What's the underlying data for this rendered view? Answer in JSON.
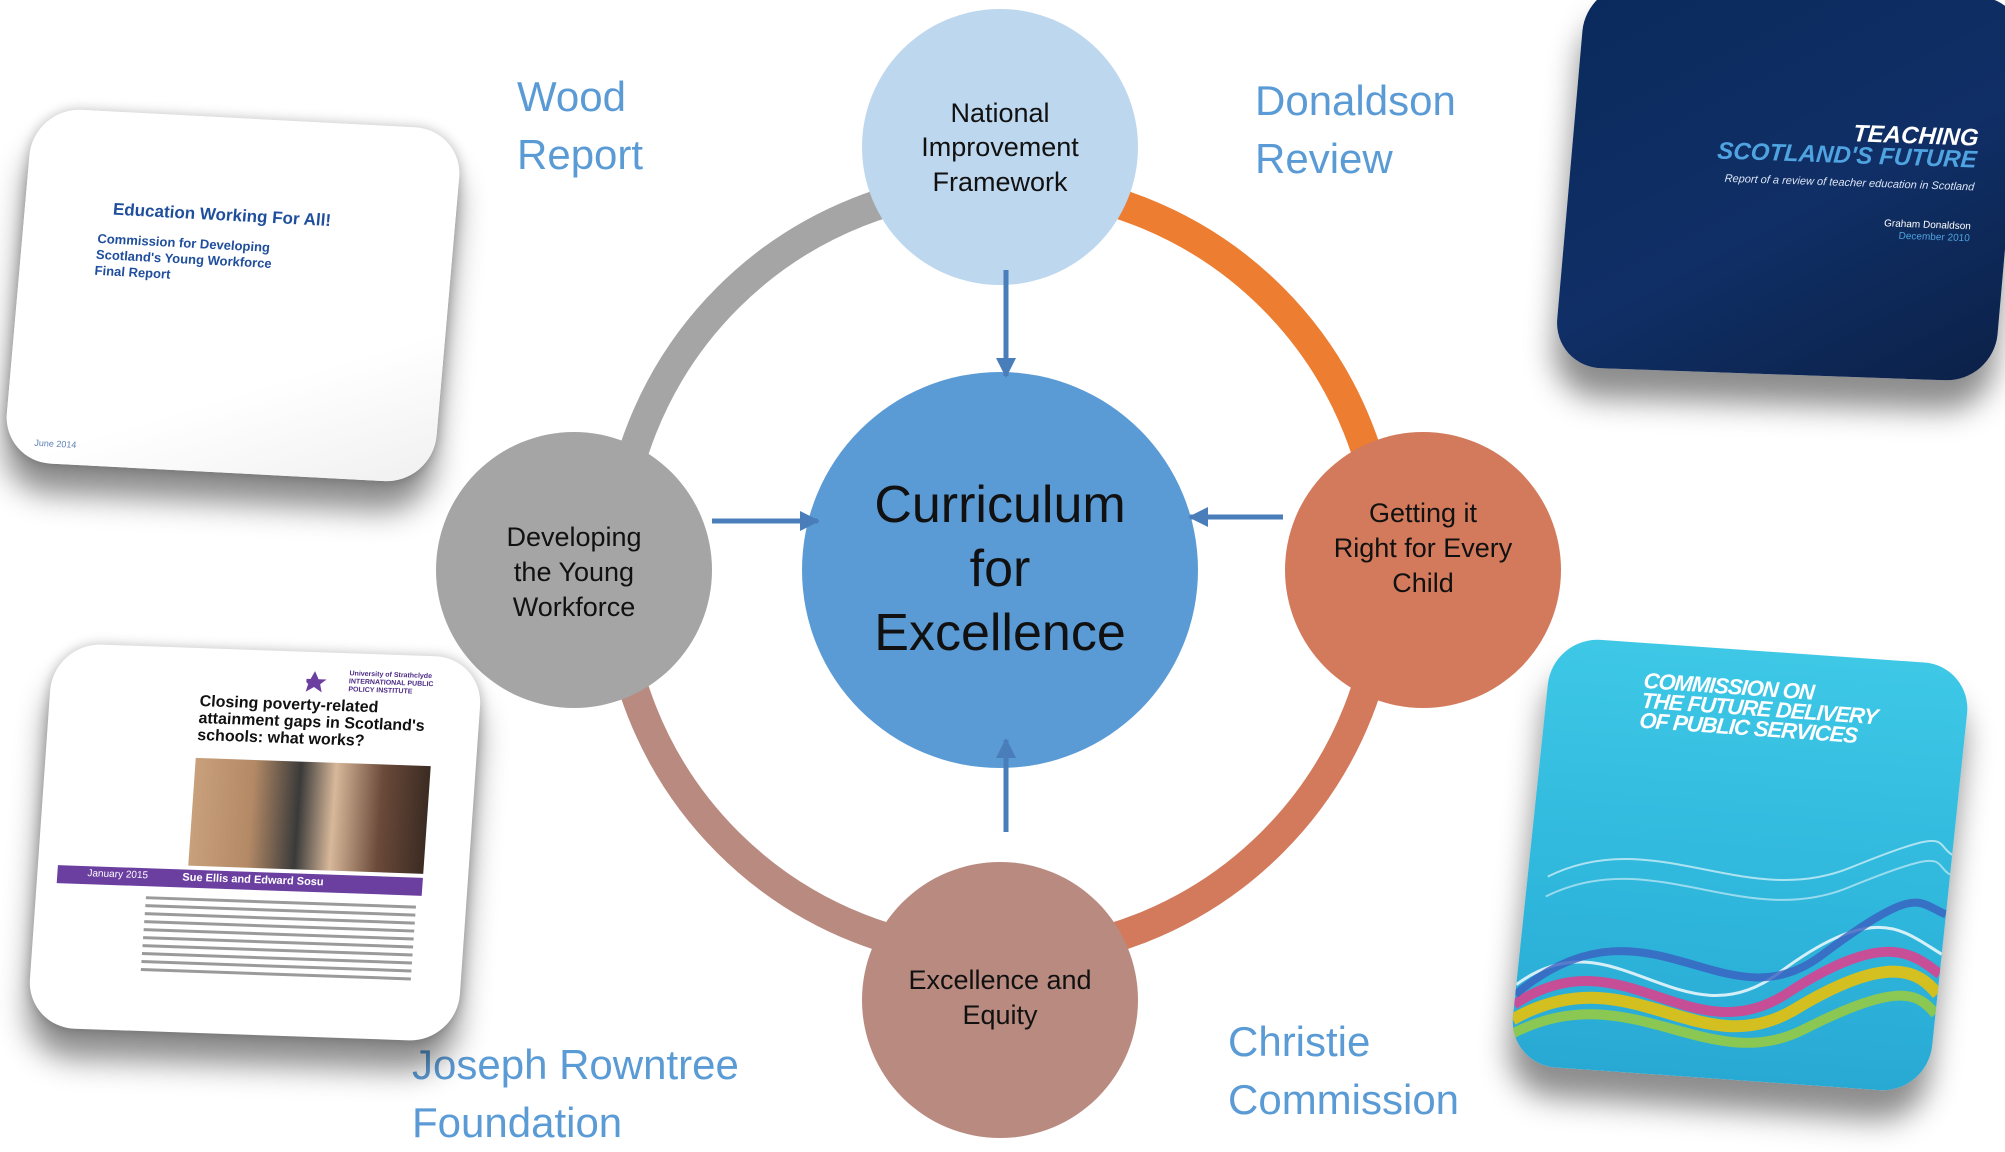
{
  "hub": {
    "line1": "Curriculum",
    "line2": "for",
    "line3": "Excellence",
    "color": "#5b9bd5"
  },
  "nodes": {
    "top": {
      "lines": [
        "National",
        "Improvement",
        "Framework"
      ],
      "color": "#bdd7ee"
    },
    "right": {
      "lines": [
        "Getting it",
        "Right for Every",
        "Child"
      ],
      "color": "#d27a5b"
    },
    "bottom": {
      "lines": [
        "Excellence and",
        "Equity"
      ],
      "color": "#b98a80"
    },
    "left": {
      "lines": [
        "Developing",
        "the Young",
        "Workforce"
      ],
      "color": "#a5a5a5"
    }
  },
  "ring_colors": {
    "top_right": "#ed7d31",
    "bottom_right": "#d27a5b",
    "bottom_left": "#b98a80",
    "top_left": "#a5a5a5"
  },
  "sources": {
    "wood": "Wood\nReport",
    "donaldson": "Donaldson\nReview",
    "jrf": "Joseph Rowntree\nFoundation",
    "christie": "Christie\nCommission"
  },
  "documents": {
    "wood_doc": {
      "title": "Education Working For All!",
      "subtitle": "Commission for Developing\nScotland's Young Workforce\nFinal Report",
      "date": "June 2014"
    },
    "donaldson_doc": {
      "title_line1": "TEACHING",
      "title_line2": "SCOTLAND'S FUTURE",
      "subtitle": "Report of a review of teacher education in Scotland",
      "author": "Graham Donaldson",
      "date": "December 2010"
    },
    "jrf_doc": {
      "logo": "University of Strathclyde\nINTERNATIONAL PUBLIC\nPOLICY INSTITUTE",
      "title": "Closing poverty-related attainment gaps in Scotland's schools: what works?",
      "date": "January 2015",
      "authors": "Sue Ellis and Edward Sosu"
    },
    "christie_doc": {
      "title": "COMMISSION ON\nTHE FUTURE DELIVERY\nOF PUBLIC SERVICES"
    }
  }
}
